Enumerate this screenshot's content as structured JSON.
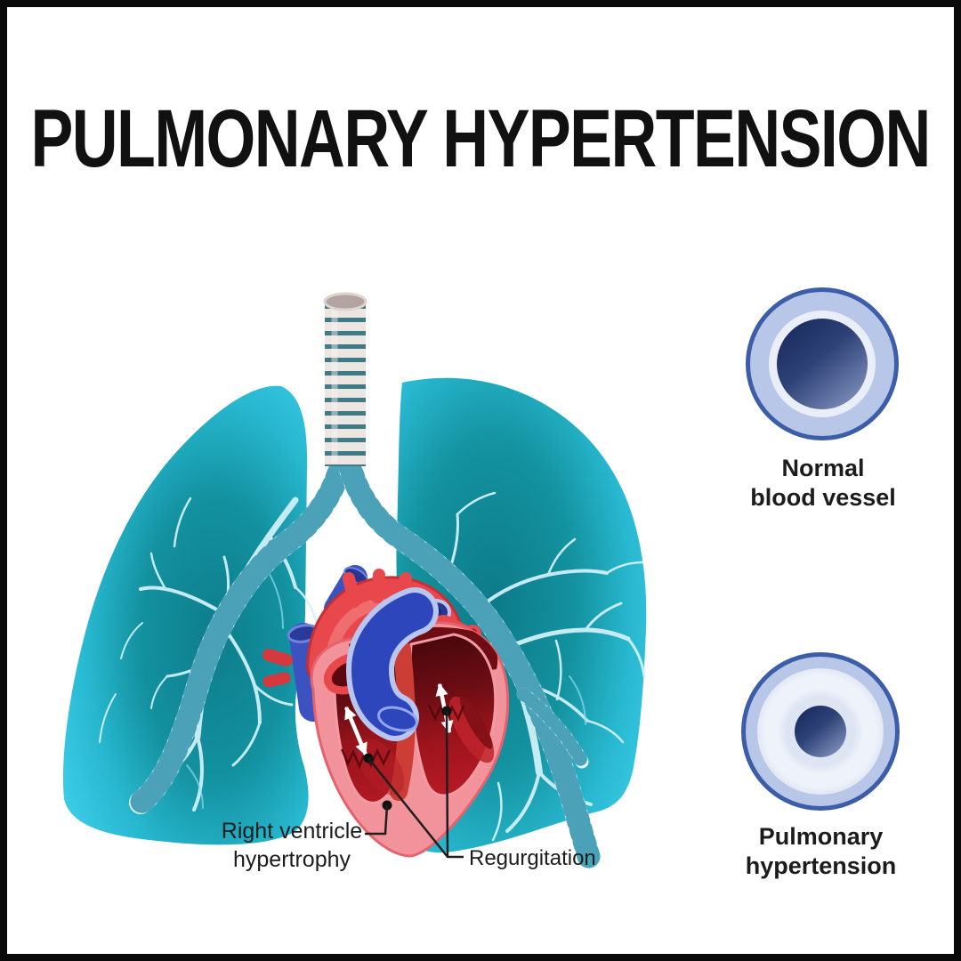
{
  "title": "PULMONARY HYPERTENSION",
  "illustration": {
    "name": "lungs-and-heart-pulmonary-hypertension",
    "labels": {
      "right_ventricle_line1": "Right ventricle",
      "right_ventricle_line2": "hypertrophy",
      "regurgitation": "Regurgitation"
    },
    "colors": {
      "lung_edge_cyan": "#3ccde9",
      "lung_center_teal": "#0d7d8c",
      "bronchial_tree": "#d4f3fb",
      "bronchus_tube": "#e7f8fb",
      "bronchus_rings": "#2f93ab",
      "trachea_tube": "#ece6e2",
      "trachea_rings": "#2e6f7e",
      "heart_wall_pink": "#f2939b",
      "heart_chamber_dark": "#3f060b",
      "heart_chamber_red": "#b01824",
      "artery_red": "#e8484c",
      "vein_blue": "#3b52c0",
      "arrow_white": "#ffffff",
      "leader_line_black": "#1e1e1e"
    }
  },
  "legend": {
    "normal_vessel": {
      "line1": "Normal",
      "line2": "blood vessel",
      "ring_color": "#3c5da8",
      "wall_color": "#b8c6e7",
      "lumen_color": "#2e4278"
    },
    "ph_vessel": {
      "line1": "Pulmonary",
      "line2": "hypertension",
      "ring_color": "#3c5da8",
      "wall_color": "#dde4f2",
      "lumen_color": "#2e4278"
    }
  }
}
